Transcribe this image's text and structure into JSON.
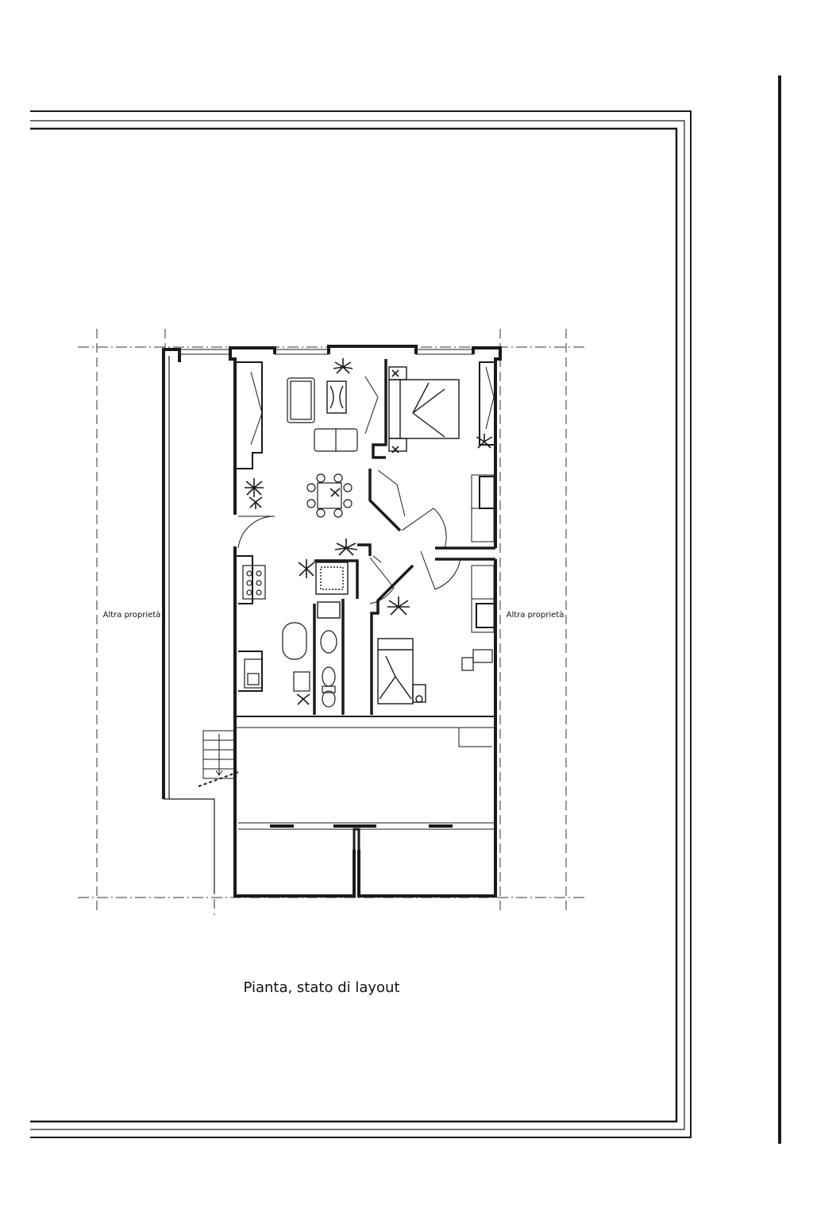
{
  "labels": {
    "left_neighbor": "Altra proprietà",
    "right_neighbor": "Altra proprietà"
  },
  "caption": "Pianta, stato di layout",
  "colors": {
    "ink": "#1a1a1a",
    "paper": "#ffffff"
  },
  "icons": [
    "plant-icon",
    "sofa-icon",
    "bed-icon",
    "stove-icon",
    "sink-icon",
    "toilet-icon",
    "shower-icon",
    "door-swing-icon",
    "stair-icon"
  ]
}
